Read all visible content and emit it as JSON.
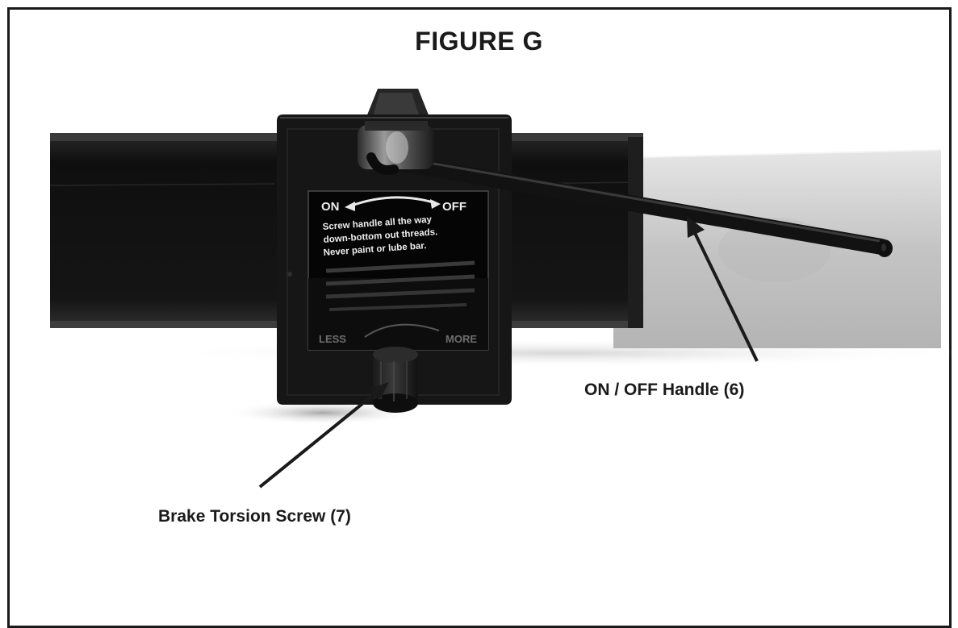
{
  "figure": {
    "title": "FIGURE G"
  },
  "decal": {
    "on_label": "ON",
    "off_label": "OFF",
    "line_1": "Screw handle all the way",
    "line_2": "down-bottom out threads.",
    "line_3": "Never paint or lube bar.",
    "less_label": "LESS",
    "more_label": "MORE"
  },
  "callouts": {
    "handle_label": "ON / OFF Handle (6)",
    "screw_label": "Brake Torsion Screw (7)"
  },
  "colors": {
    "ink": "#1a1a1a",
    "bar_dark": "#141414",
    "bar_light": "#c9c9c9",
    "frame": "#1a1a1a"
  }
}
